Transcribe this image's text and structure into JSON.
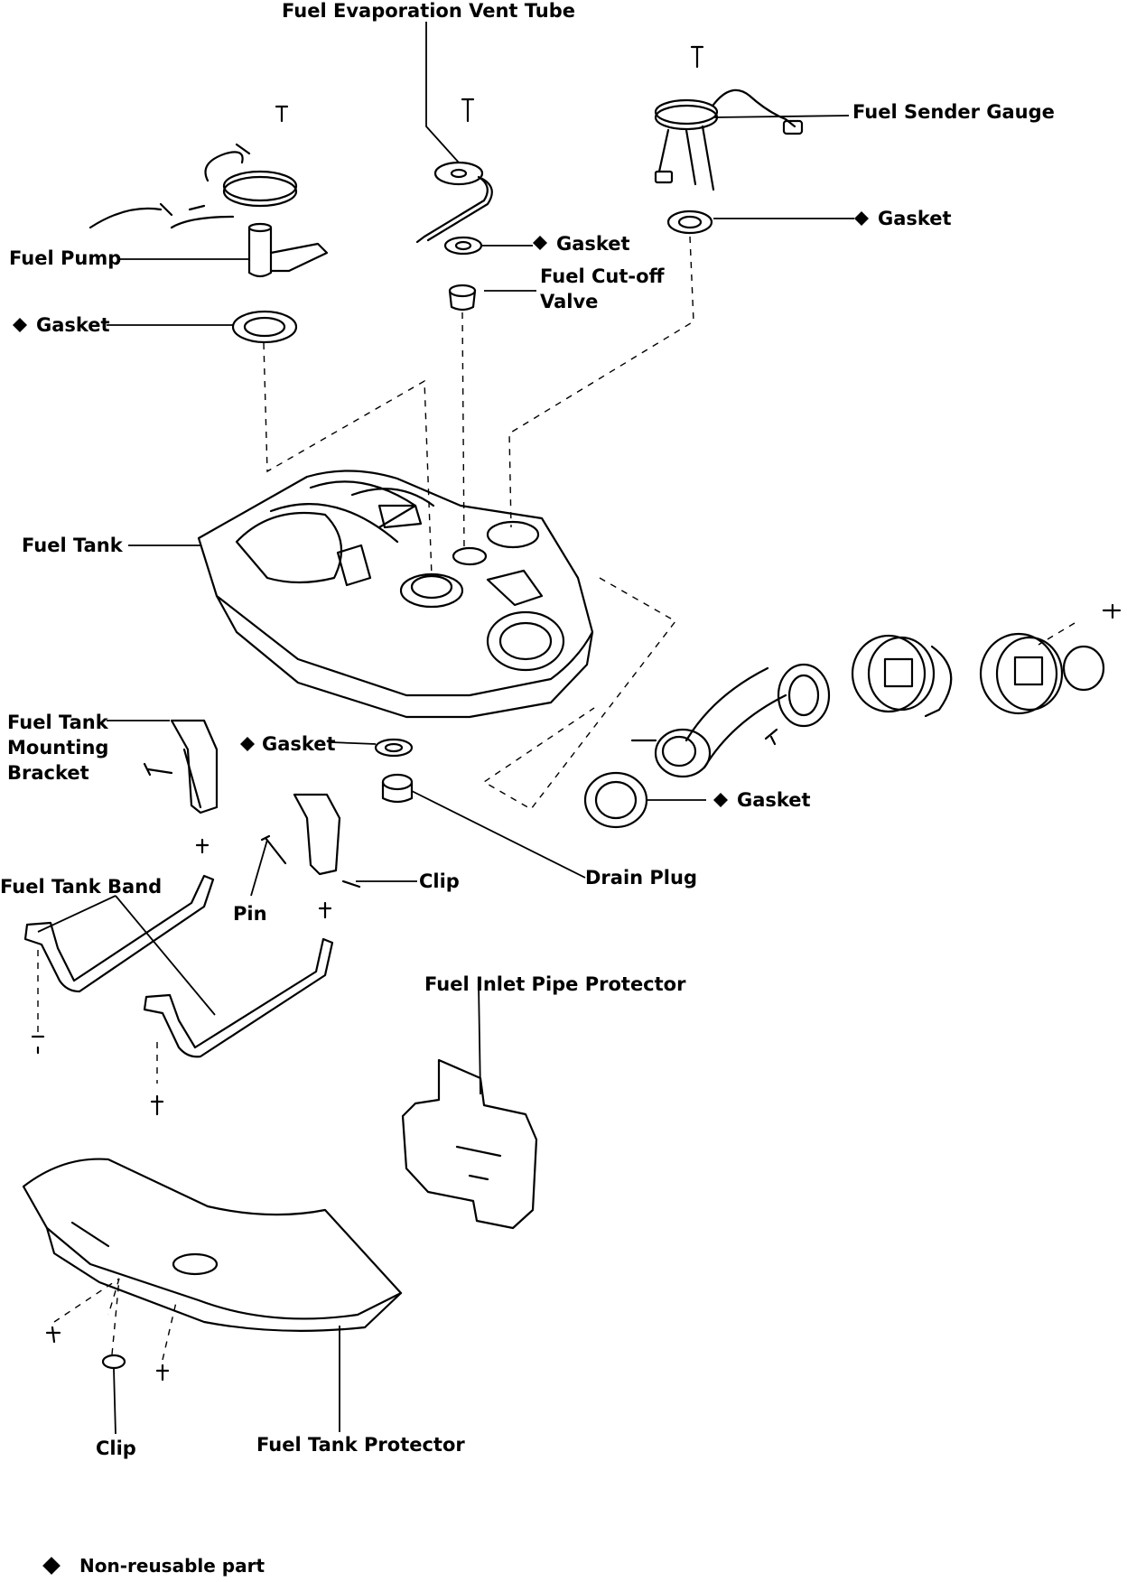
{
  "labels": {
    "evap_vent_tube": "Fuel Evaporation Vent Tube",
    "sender_gauge": "Fuel Sender Gauge",
    "gasket_sender": "Gasket",
    "fuel_pump": "Fuel Pump",
    "gasket_vent": "Gasket",
    "cutoff_valve": "Fuel Cut-off\nValve",
    "gasket_pump": "Gasket",
    "fuel_tank": "Fuel Tank",
    "mounting_bracket": "Fuel Tank\nMounting\nBracket",
    "gasket_drain": "Gasket",
    "gasket_inlet": "Gasket",
    "drain_plug": "Drain Plug",
    "clip_bracket": "Clip",
    "tank_band": "Fuel Tank Band",
    "pin": "Pin",
    "inlet_protector": "Fuel Inlet Pipe Protector",
    "clip_protector": "Clip",
    "tank_protector": "Fuel Tank Protector"
  },
  "legend": {
    "marker_icon": "diamond-icon",
    "text": "Non-reusable part"
  }
}
